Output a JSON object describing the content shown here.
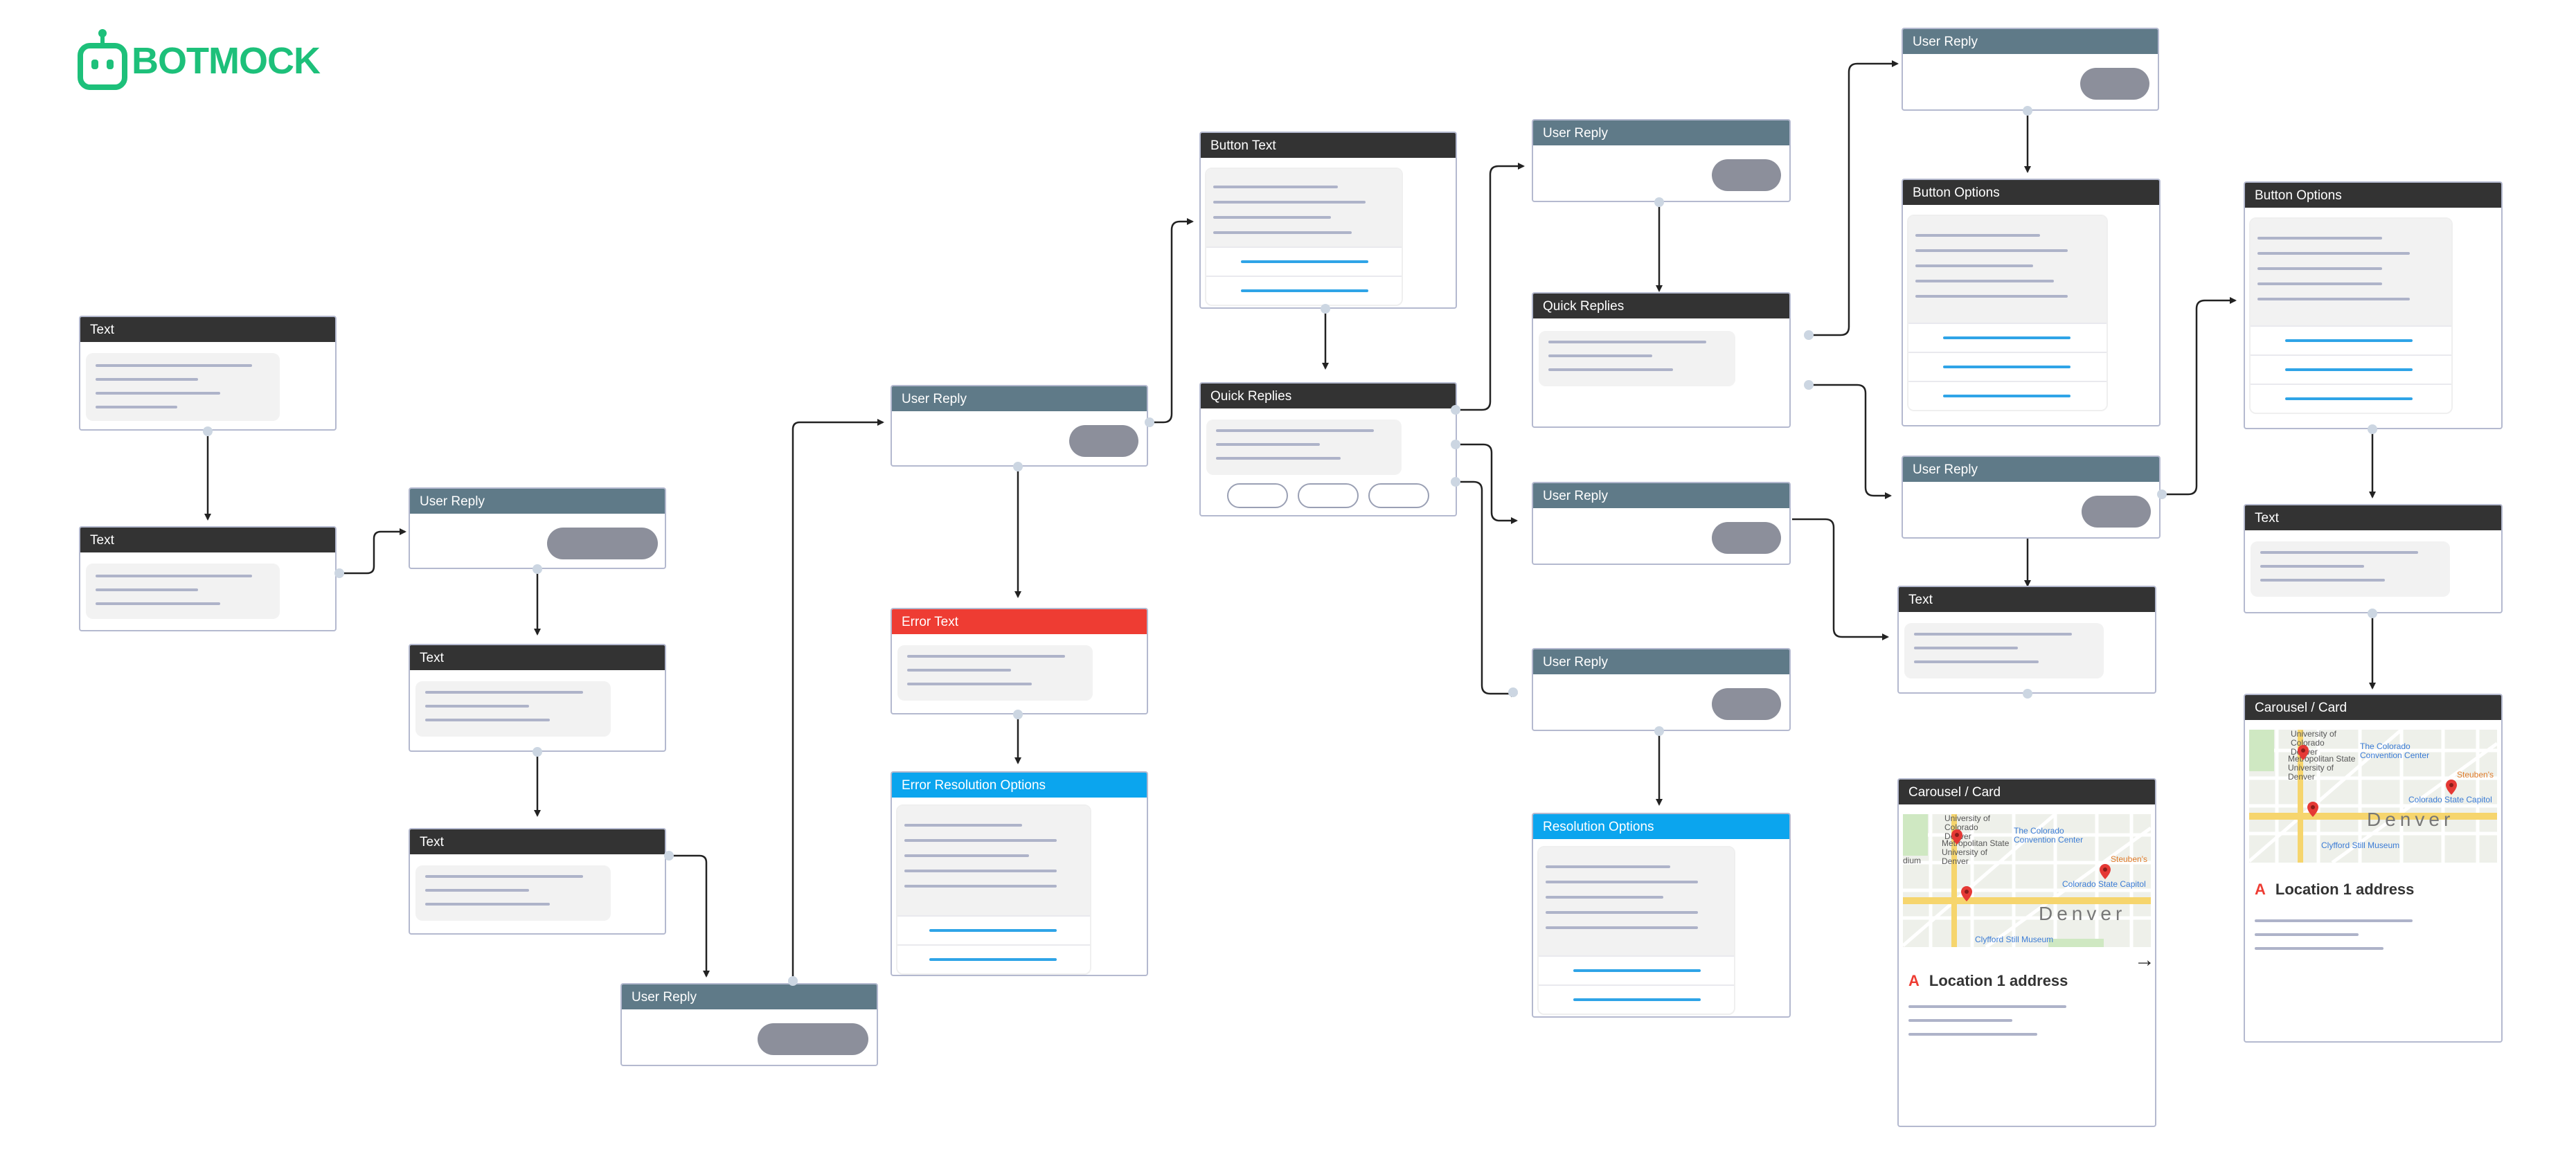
{
  "brand": {
    "name": "BOTMOCK",
    "color": "#1dc07a"
  },
  "colors": {
    "header_dark": "#333333",
    "header_slate": "#5f7a88",
    "header_error": "#ee3c33",
    "header_resolution": "#0ba5ee",
    "button_line": "#2fa4e7",
    "placeholder_text": "#aeb3c9",
    "reply_pill": "#8c8f9b",
    "connector": "#222222"
  },
  "nodes": {
    "text_a": {
      "title": "Text"
    },
    "text_b": {
      "title": "Text"
    },
    "user_reply_a": {
      "title": "User Reply"
    },
    "text_c": {
      "title": "Text"
    },
    "text_d": {
      "title": "Text"
    },
    "user_reply_b": {
      "title": "User Reply"
    },
    "user_reply_c": {
      "title": "User Reply"
    },
    "error_text": {
      "title": "Error Text"
    },
    "error_resolution_options": {
      "title": "Error Resolution Options"
    },
    "button_text": {
      "title": "Button Text"
    },
    "quick_replies_a": {
      "title": "Quick Replies"
    },
    "user_reply_d": {
      "title": "User Reply"
    },
    "quick_replies_b": {
      "title": "Quick Replies"
    },
    "user_reply_e": {
      "title": "User Reply"
    },
    "user_reply_f": {
      "title": "User Reply"
    },
    "resolution_options": {
      "title": "Resolution Options"
    },
    "user_reply_g": {
      "title": "User Reply"
    },
    "button_options_a": {
      "title": "Button Options"
    },
    "user_reply_h": {
      "title": "User Reply"
    },
    "text_e": {
      "title": "Text"
    },
    "carousel_a": {
      "title": "Carousel / Card",
      "address": "Location 1 address",
      "marker": "A"
    },
    "button_options_b": {
      "title": "Button Options"
    },
    "text_f": {
      "title": "Text"
    },
    "carousel_b": {
      "title": "Carousel / Card",
      "address": "Location 1 address",
      "marker": "A"
    }
  },
  "map": {
    "labels": [
      "University of Colorado Denver",
      "Metropolitan State University of Denver",
      "The Colorado Convention Center",
      "Colorado State Capitol",
      "Clyfford Still Museum",
      "Denver",
      "Steuben's",
      "dium"
    ]
  }
}
